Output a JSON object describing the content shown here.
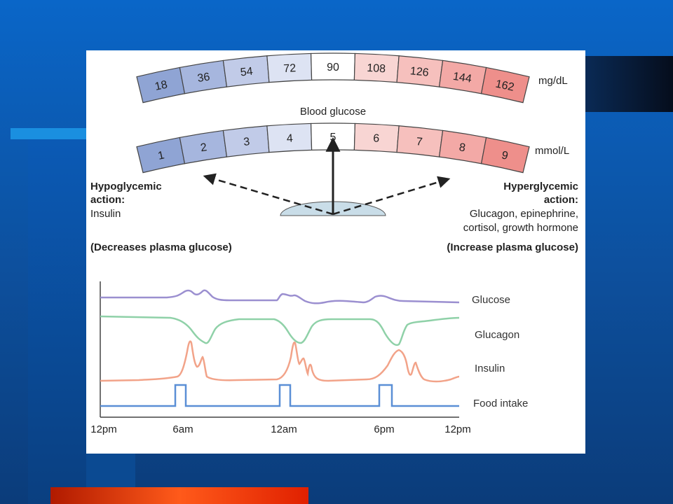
{
  "colors": {
    "slide_background": "#0a5cb8",
    "dark_bar": "#071a33",
    "accent_bar": "#ff4500",
    "glucose_line": "#9b8fd0",
    "glucagon_line": "#8fd1a8",
    "insulin_line": "#f2a389",
    "food_line": "#5b8fd6"
  },
  "gauge": {
    "mgdl_values": [
      "18",
      "36",
      "54",
      "72",
      "90",
      "108",
      "126",
      "144",
      "162"
    ],
    "mgdl_unit": "mg/dL",
    "mmol_values": [
      "1",
      "2",
      "3",
      "4",
      "5",
      "6",
      "7",
      "8",
      "9"
    ],
    "mmol_unit": "mmol/L",
    "center_label": "Blood glucose"
  },
  "hypoglycemic": {
    "title_line1": "Hypoglycemic",
    "title_line2": "action:",
    "agent": "Insulin",
    "effect": "(Decreases plasma glucose)"
  },
  "hyperglycemic": {
    "title_line1": "Hyperglycemic",
    "title_line2": "action:",
    "agents_line1": "Glucagon, epinephrine,",
    "agents_line2": "cortisol, growth hormone",
    "effect": "(Increase plasma glucose)"
  },
  "timeline": {
    "series": [
      "Glucose",
      "Glucagon",
      "Insulin",
      "Food intake"
    ],
    "x_ticks": [
      "12pm",
      "6am",
      "12am",
      "6pm",
      "12pm"
    ]
  }
}
